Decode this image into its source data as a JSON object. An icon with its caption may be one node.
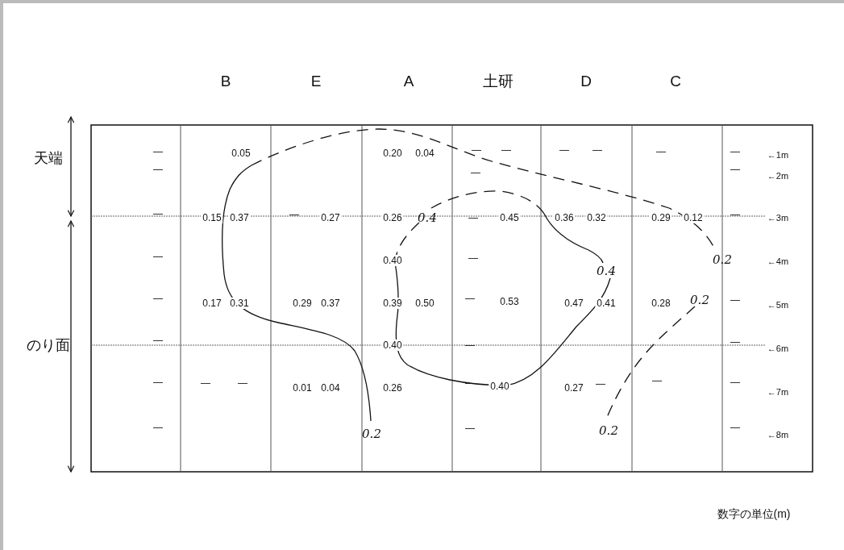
{
  "diagram": {
    "labels": [
      "B",
      "E",
      "A",
      "土研",
      "D",
      "C",
      "—",
      "0.05",
      "0.20",
      "0.04",
      "—",
      "—",
      "—",
      "—",
      "—",
      "—",
      "←1m",
      "天端",
      "—",
      "—",
      "—",
      "←2m",
      "—",
      "0.15",
      "0.37",
      "—",
      "0.27",
      "0.26",
      "0.4",
      "—",
      "0.45",
      "0.36",
      "0.32",
      "0.29",
      "0.12",
      "—",
      "←3m",
      "—",
      "0.40",
      "—",
      "0.4",
      "0.2",
      "←4m",
      "—",
      "0.17",
      "0.31",
      "0.29",
      "0.37",
      "0.39",
      "0.50",
      "—",
      "0.53",
      "0.47",
      "0.41",
      "0.28",
      "0.2",
      "—",
      "←5m",
      "のり面",
      "—",
      "0.40",
      "—",
      "—",
      "←6m",
      "—",
      "—",
      "—",
      "0.01",
      "0.04",
      "0.26",
      "—",
      "0.40",
      "0.27",
      "—",
      "—",
      "—",
      "←7m",
      "—",
      "0.2",
      "—",
      "0.2",
      "—",
      "←8m",
      "数字の単位(m)"
    ]
  }
}
